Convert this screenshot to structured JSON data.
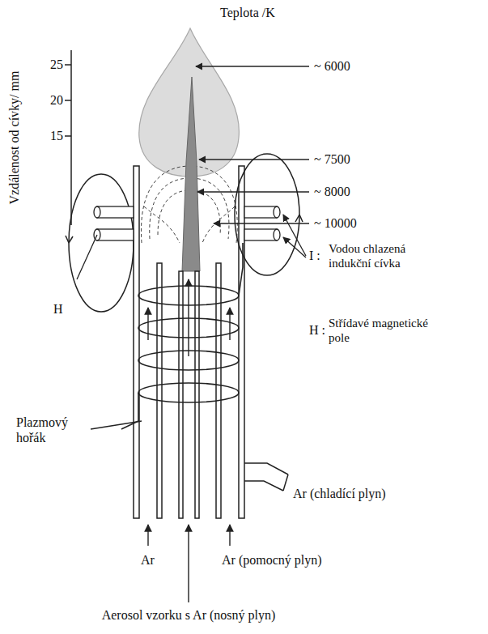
{
  "diagram": {
    "labels": [
      "Vzdálenost od cívky/ mm",
      "25",
      "20",
      "15",
      "Teplota /K",
      "~ 6000",
      "~ 7500",
      "~ 8000",
      "~ 10000",
      "I :",
      "Vodou chlazená indukční cívka",
      "H",
      "H :",
      "Střídavé magnetické pole",
      "Plazmový hořák",
      "Ar (chladící plyn)",
      "Ar",
      "Ar (pomocný plyn)",
      "Aerosol vzorku s Ar (nosný plyn)"
    ]
  }
}
